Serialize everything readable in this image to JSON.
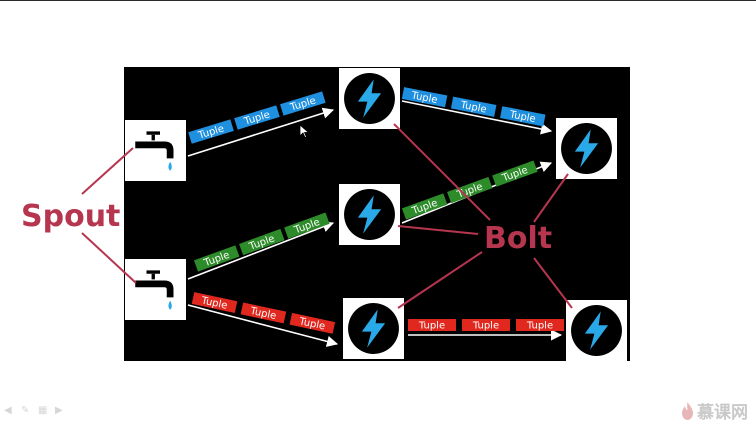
{
  "labels": {
    "spout": "Spout",
    "bolt": "Bolt",
    "tuple": "Tuple"
  },
  "watermark": {
    "text": "慕课网"
  },
  "colors": {
    "panel": "#000000",
    "tuple_blue": "#1f8fe0",
    "tuple_green": "#2e8b2a",
    "tuple_red": "#e0281f",
    "callout": "#b6354f",
    "bolt_fill": "#2aa9e8"
  },
  "icons": {
    "spout": "faucet-icon",
    "bolt": "lightning-icon"
  },
  "streams": [
    {
      "name": "spout-1-to-bolt-a",
      "color": "blue"
    },
    {
      "name": "bolt-a-to-bolt-d",
      "color": "blue"
    },
    {
      "name": "spout-2-to-bolt-b",
      "color": "green"
    },
    {
      "name": "bolt-b-to-bolt-d",
      "color": "green"
    },
    {
      "name": "spout-2-to-bolt-c",
      "color": "red"
    },
    {
      "name": "bolt-c-to-bolt-e",
      "color": "red"
    }
  ]
}
